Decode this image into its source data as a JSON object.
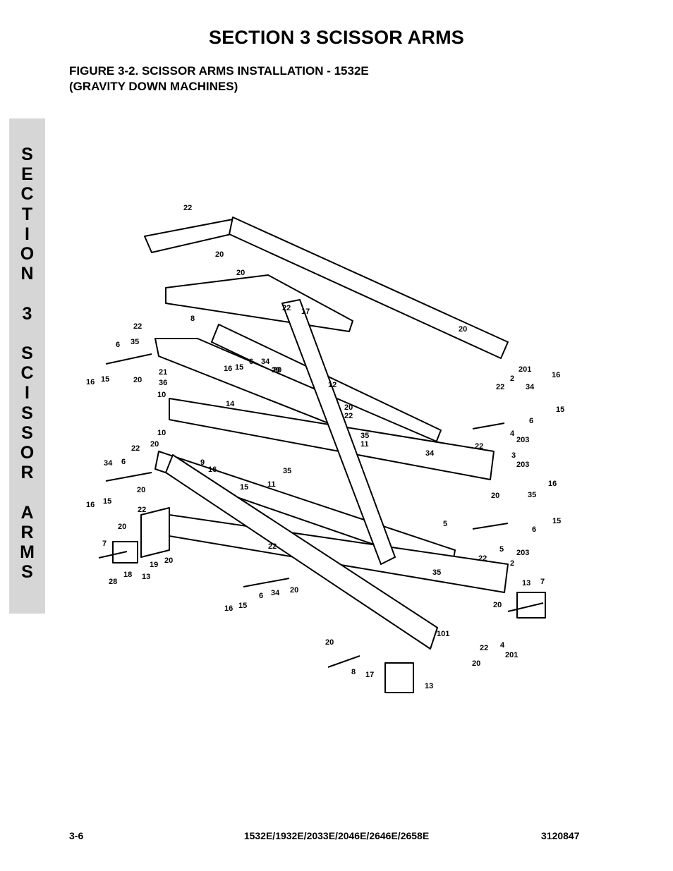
{
  "header": {
    "section_title": "SECTION 3   SCISSOR ARMS",
    "figure_caption_line1": "FIGURE 3-2.   SCISSOR ARMS INSTALLATION - 1532E",
    "figure_caption_line2": "(GRAVITY DOWN MACHINES)"
  },
  "side_tab": {
    "text": "S\nE\nC\nT\nI\nO\nN\n\n3\n\nS\nC\nI\nS\nS\nO\nR\n\nA\nR\nM\nS"
  },
  "callouts": [
    "22",
    "20",
    "20",
    "17",
    "8",
    "22",
    "20",
    "20",
    "201",
    "22",
    "2",
    "16",
    "34",
    "15",
    "6",
    "4",
    "203",
    "22",
    "6",
    "35",
    "16",
    "15",
    "20",
    "21",
    "36",
    "10",
    "16",
    "15",
    "6",
    "34",
    "20",
    "12",
    "20",
    "22",
    "14",
    "35",
    "11",
    "10",
    "22",
    "20",
    "9",
    "34",
    "6",
    "16",
    "15",
    "20",
    "34",
    "35",
    "11",
    "16",
    "15",
    "22",
    "3",
    "203",
    "16",
    "35",
    "15",
    "6",
    "5",
    "203",
    "20",
    "22",
    "7",
    "20",
    "28",
    "18",
    "13",
    "19",
    "20",
    "5",
    "22",
    "6",
    "15",
    "16",
    "34",
    "20",
    "35",
    "22",
    "2",
    "20",
    "13",
    "7",
    "20",
    "101",
    "22",
    "4",
    "201",
    "8",
    "17",
    "20",
    "13"
  ],
  "footer": {
    "page_number": "3-6",
    "models": "1532E/1932E/2033E/2046E/2646E/2658E",
    "doc_number": "3120847"
  }
}
